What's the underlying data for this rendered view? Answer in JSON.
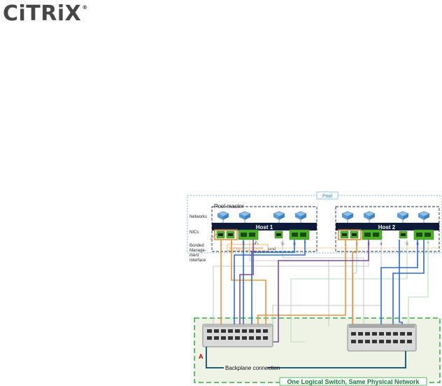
{
  "logo": {
    "text": "CiTRiX",
    "mark": "®"
  },
  "diagram": {
    "pool_label": "Pool",
    "pool_master_label": "Pool master",
    "networks_label": "Networks",
    "nics_label": "NICs",
    "bonded_label_lines": [
      "Bonded",
      "Manage-",
      "ment",
      "Interface"
    ],
    "nic_bond_label": "NIC Bond",
    "host1_label": "Host 1",
    "host2_label": "Host 2",
    "nic_numbers": [
      "1",
      "2",
      "3",
      "4",
      "5",
      "6",
      "7"
    ],
    "management_network_label": "Management network",
    "a_label": "A",
    "backplane_label": "Backplane connection",
    "logical_switch_label": "One Logical Switch, Same Physical Network"
  },
  "colors": {
    "pool_border": "#7ab8d8",
    "host_bar": "#0d1a3a",
    "nic_green": "#4caf28",
    "bond_orange": "#d88a2a",
    "mgmt_line": "#e8953a",
    "vlan_blue": "#2f6ccc",
    "vlan_purple": "#7a4aa0",
    "switch_area": "#eef3e6",
    "switch_border": "#33aa44",
    "backplane_line": "#1f5e7a"
  }
}
